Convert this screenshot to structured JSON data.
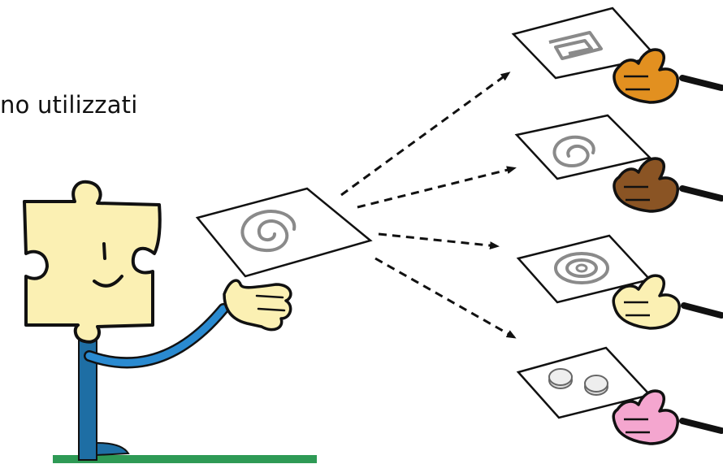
{
  "caption": "no utilizzati",
  "colors": {
    "puzzle": "#fbf0b3",
    "outline": "#111111",
    "arm": "#2a8ad0",
    "body": "#1e6ea4",
    "ground": "#2e9a55",
    "glove_1": "#e29020",
    "glove_2": "#8a5424",
    "glove_3": "#fbf0b3",
    "glove_4": "#f4a6cf",
    "swirl": "#8a8a8a"
  },
  "icons": [
    "puzzle-character",
    "spiral-document",
    "dashed-arrow",
    "glove-hand",
    "coin-icon"
  ]
}
